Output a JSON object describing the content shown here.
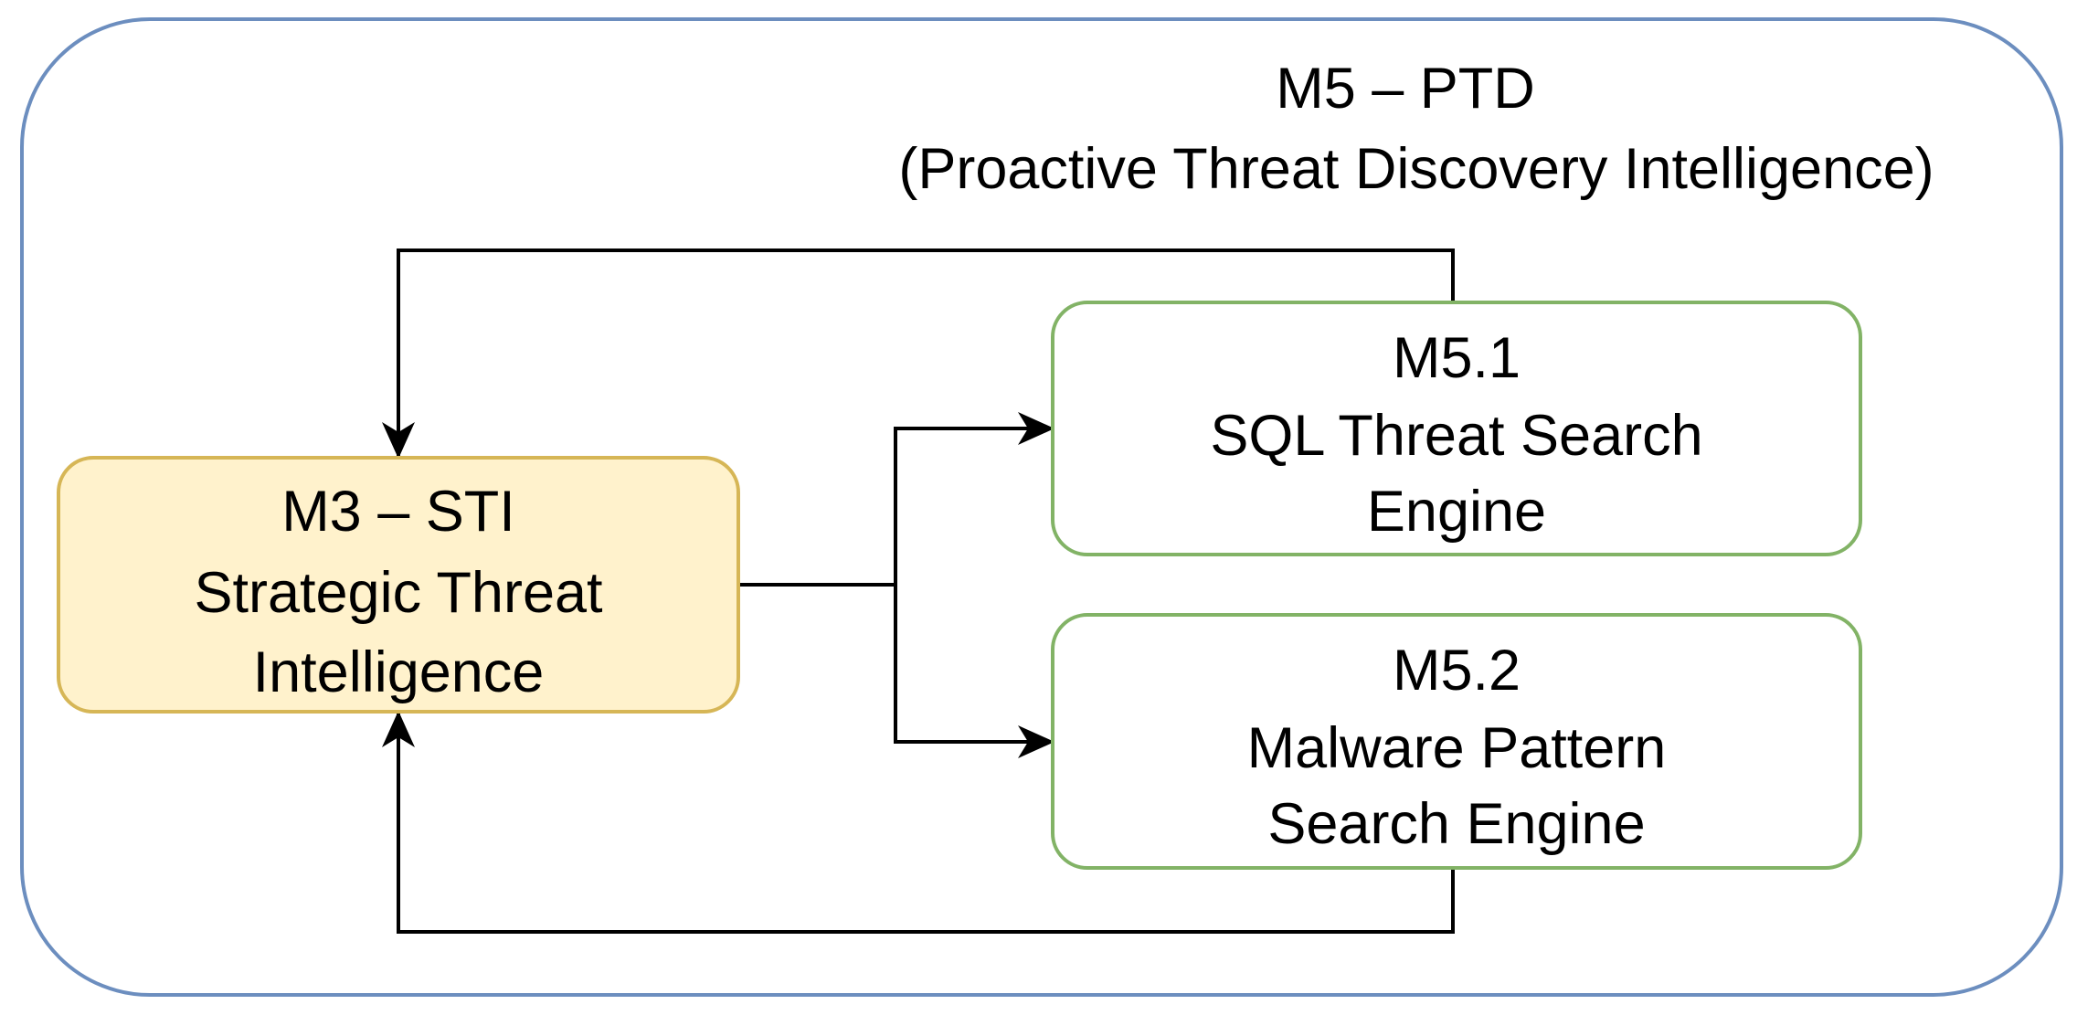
{
  "container": {
    "title_line1": "M5 – PTD",
    "title_line2": "(Proactive Threat Discovery Intelligence)"
  },
  "nodes": {
    "m3": {
      "line1": "M3 – STI",
      "line2": "Strategic Threat",
      "line3": "Intelligence"
    },
    "m5_1": {
      "line1": "M5.1",
      "line2": "SQL Threat Search",
      "line3": "Engine"
    },
    "m5_2": {
      "line1": "M5.2",
      "line2": "Malware Pattern",
      "line3": "Search Engine"
    }
  },
  "colors": {
    "container_border": "#6c8ebf",
    "m3_fill": "#fff2cc",
    "m3_border": "#d6b656",
    "engine_fill": "#ffffff",
    "engine_border": "#82b366",
    "connector": "#000000"
  }
}
